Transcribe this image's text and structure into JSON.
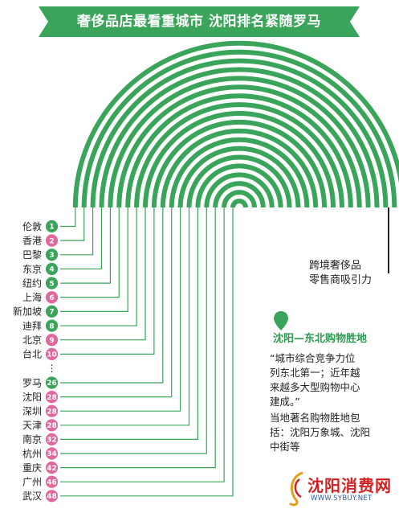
{
  "header": {
    "title": "奢侈品店最看重城市 沈阳排名紧随罗马"
  },
  "colors": {
    "green": "#3aa55a",
    "pink": "#e0689b",
    "ink": "#222222"
  },
  "chart_data": {
    "type": "arc-ranking",
    "title": "奢侈品店最看重城市 沈阳排名紧随罗马",
    "annotation": "跨境奢侈品零售商吸引力",
    "ellipsis": "⋮",
    "cities": [
      {
        "name": "伦敦",
        "rank": 1,
        "badge": "1",
        "color": "green"
      },
      {
        "name": "香港",
        "rank": 2,
        "badge": "2",
        "color": "pink"
      },
      {
        "name": "巴黎",
        "rank": 3,
        "badge": "3",
        "color": "green"
      },
      {
        "name": "东京",
        "rank": 4,
        "badge": "4",
        "color": "green"
      },
      {
        "name": "纽约",
        "rank": 5,
        "badge": "5",
        "color": "green"
      },
      {
        "name": "上海",
        "rank": 6,
        "badge": "6",
        "color": "pink"
      },
      {
        "name": "新加坡",
        "rank": 7,
        "badge": "7",
        "color": "green"
      },
      {
        "name": "迪拜",
        "rank": 8,
        "badge": "8",
        "color": "green"
      },
      {
        "name": "北京",
        "rank": 9,
        "badge": "9",
        "color": "pink"
      },
      {
        "name": "台北",
        "rank": 10,
        "badge": "10",
        "color": "pink"
      },
      {
        "name": "罗马",
        "rank": 26,
        "badge": "26",
        "color": "green"
      },
      {
        "name": "沈阳",
        "rank": 28,
        "badge": "28",
        "color": "pink"
      },
      {
        "name": "深圳",
        "rank": 28,
        "badge": "28",
        "color": "pink"
      },
      {
        "name": "天津",
        "rank": 28,
        "badge": "28",
        "color": "pink"
      },
      {
        "name": "南京",
        "rank": 32,
        "badge": "32",
        "color": "pink"
      },
      {
        "name": "杭州",
        "rank": 34,
        "badge": "34",
        "color": "pink"
      },
      {
        "name": "重庆",
        "rank": 42,
        "badge": "42",
        "color": "pink"
      },
      {
        "name": "广州",
        "rank": 46,
        "badge": "46",
        "color": "pink"
      },
      {
        "name": "武汉",
        "rank": 48,
        "badge": "48",
        "color": "pink"
      }
    ]
  },
  "annotation": {
    "line1": "跨境奢侈品",
    "line2": "零售商吸引力"
  },
  "location": {
    "title": "沈阳—东北购物胜地",
    "quote_l1": "“城市综合竞争力位",
    "quote_l2": "列东北第一；近年越",
    "quote_l3": "来越多大型购物中心",
    "quote_l4": "建成。”",
    "desc_l1": "当地著名购物胜地包",
    "desc_l2": "括：沈阳万象城、沈阳",
    "desc_l3": "中街等"
  },
  "watermark": {
    "text": "沈阳消费网",
    "url": "WWW.SYBUY.NET"
  }
}
